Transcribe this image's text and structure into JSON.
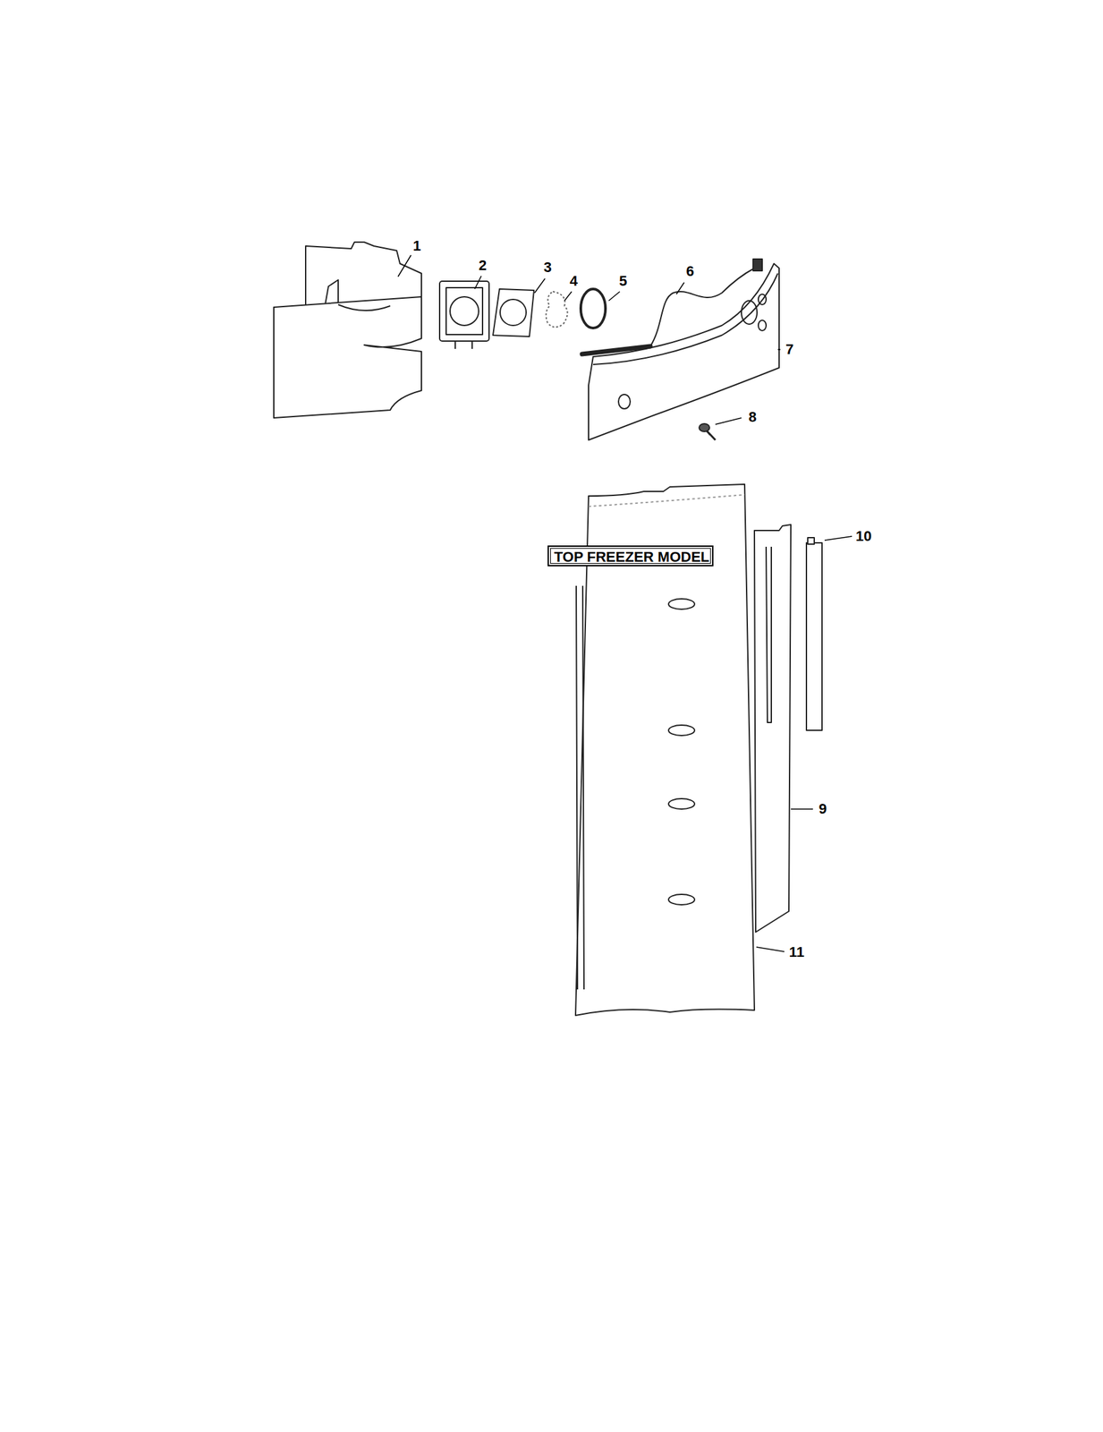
{
  "diagram": {
    "nodes": [
      {
        "text": [
          "TOP FREEZER MODEL"
        ]
      }
    ],
    "labels": [
      "1",
      "2",
      "3",
      "4",
      "5",
      "6",
      "7",
      "8",
      "10",
      "9",
      "11"
    ]
  }
}
